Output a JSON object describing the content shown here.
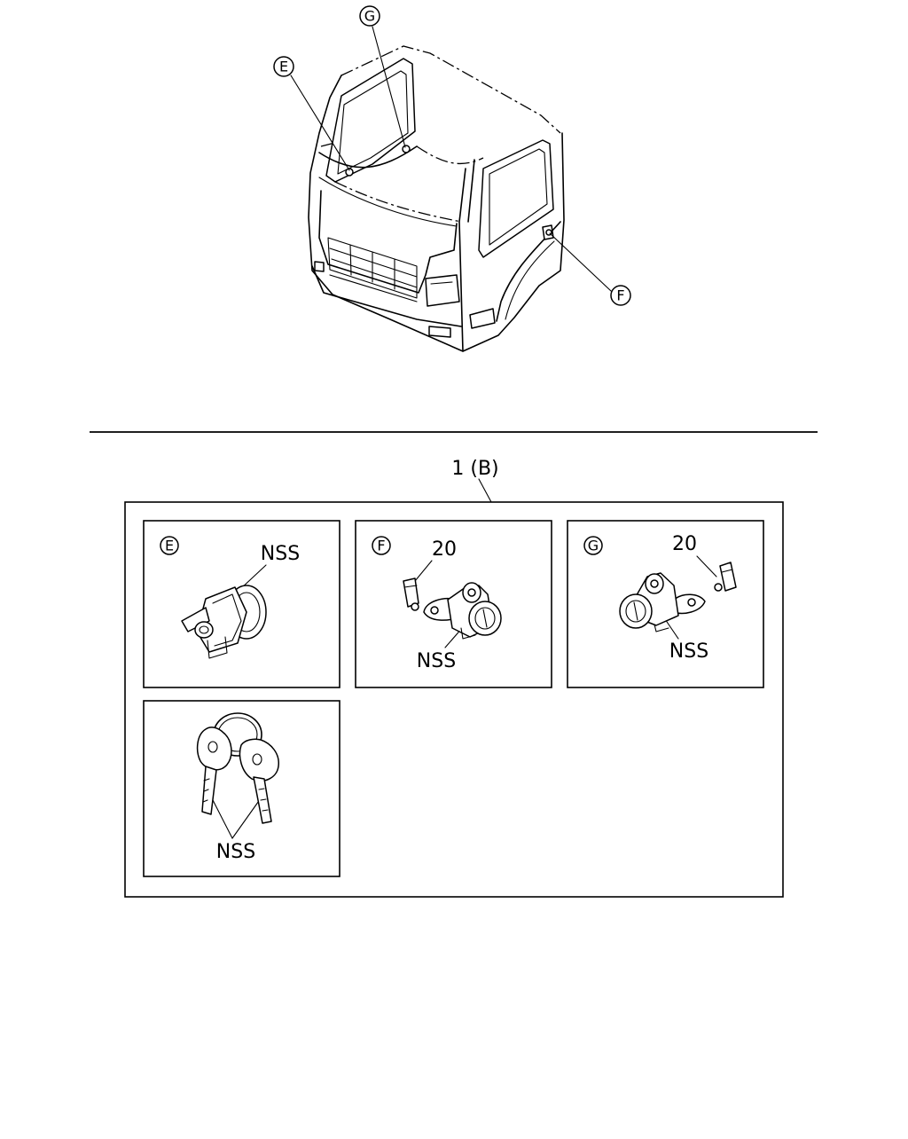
{
  "callouts": {
    "e": "E",
    "f": "F",
    "g": "G"
  },
  "assembly": {
    "label": "1 (B)"
  },
  "panels": {
    "e": {
      "letter": "E",
      "part": "NSS"
    },
    "f": {
      "letter": "F",
      "screw": "20",
      "part": "NSS"
    },
    "g": {
      "letter": "G",
      "screw": "20",
      "part": "NSS"
    },
    "keys": {
      "part": "NSS"
    }
  }
}
